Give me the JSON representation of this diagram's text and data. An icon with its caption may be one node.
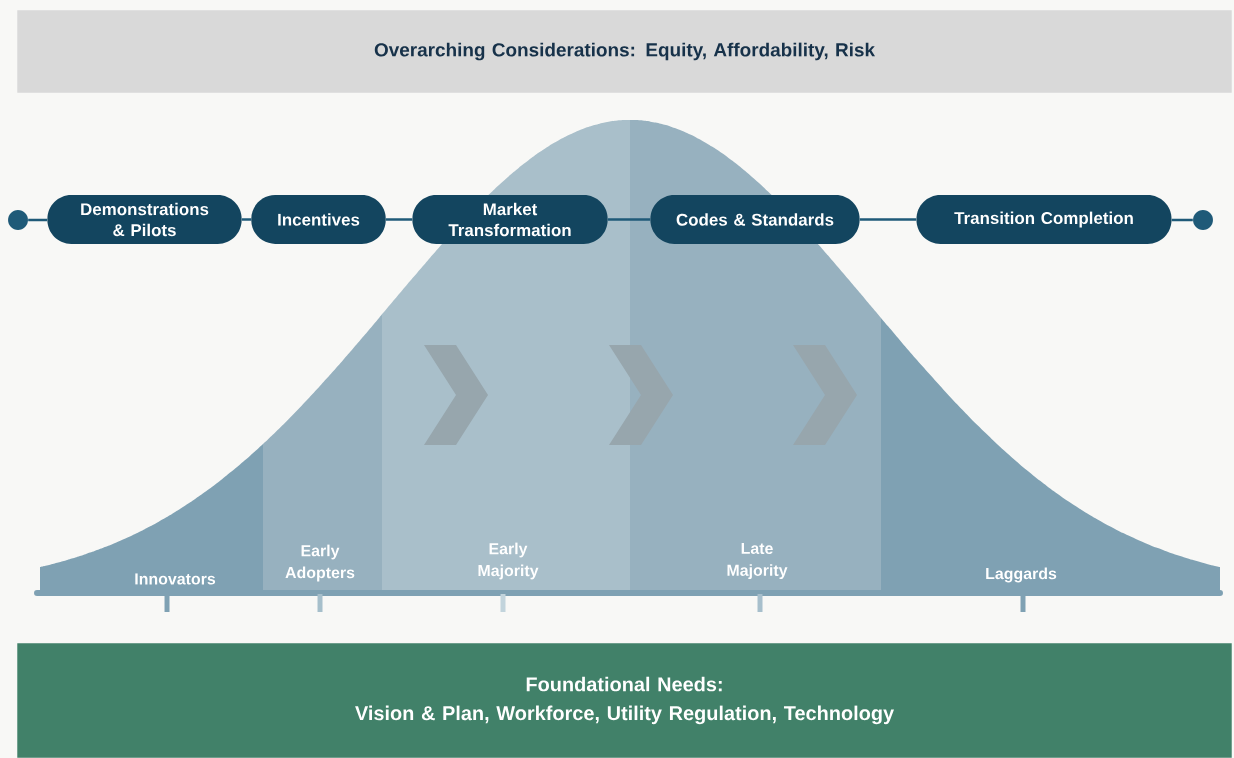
{
  "diagram": {
    "nodes": [
      {
        "text": [
          "Overarching Considerations:  Equity, Affordability, Risk"
        ]
      },
      {
        "text": [],
        "shape": "circle"
      },
      {
        "text": [
          "Demonstrations & Pilots"
        ]
      },
      {
        "text": [
          "Incentives"
        ]
      },
      {
        "text": [
          "Market Transformation"
        ]
      },
      {
        "text": [
          "Codes & Standards"
        ]
      },
      {
        "text": [
          "Transition Completion"
        ]
      },
      {
        "text": [],
        "shape": "circle"
      },
      {
        "text": [
          "Innovators"
        ]
      },
      {
        "text": [
          "Early Adopters"
        ]
      },
      {
        "text": [
          "Early Majority"
        ]
      },
      {
        "text": [
          "Late Majority"
        ]
      },
      {
        "text": [
          "Laggards"
        ]
      },
      {
        "text": [
          "Foundational Needs:",
          "Vision & Plan, Workforce, Utility Regulation, Technology"
        ]
      }
    ],
    "edges": [
      {
        "from": 1,
        "to": 2,
        "arrow": "none"
      },
      {
        "from": 2,
        "to": 3,
        "arrow": "none"
      },
      {
        "from": 3,
        "to": 4,
        "arrow": "none"
      },
      {
        "from": 4,
        "to": 5,
        "arrow": "none"
      },
      {
        "from": 5,
        "to": 6,
        "arrow": "none"
      },
      {
        "from": 6,
        "to": 7,
        "arrow": "none"
      }
    ]
  }
}
